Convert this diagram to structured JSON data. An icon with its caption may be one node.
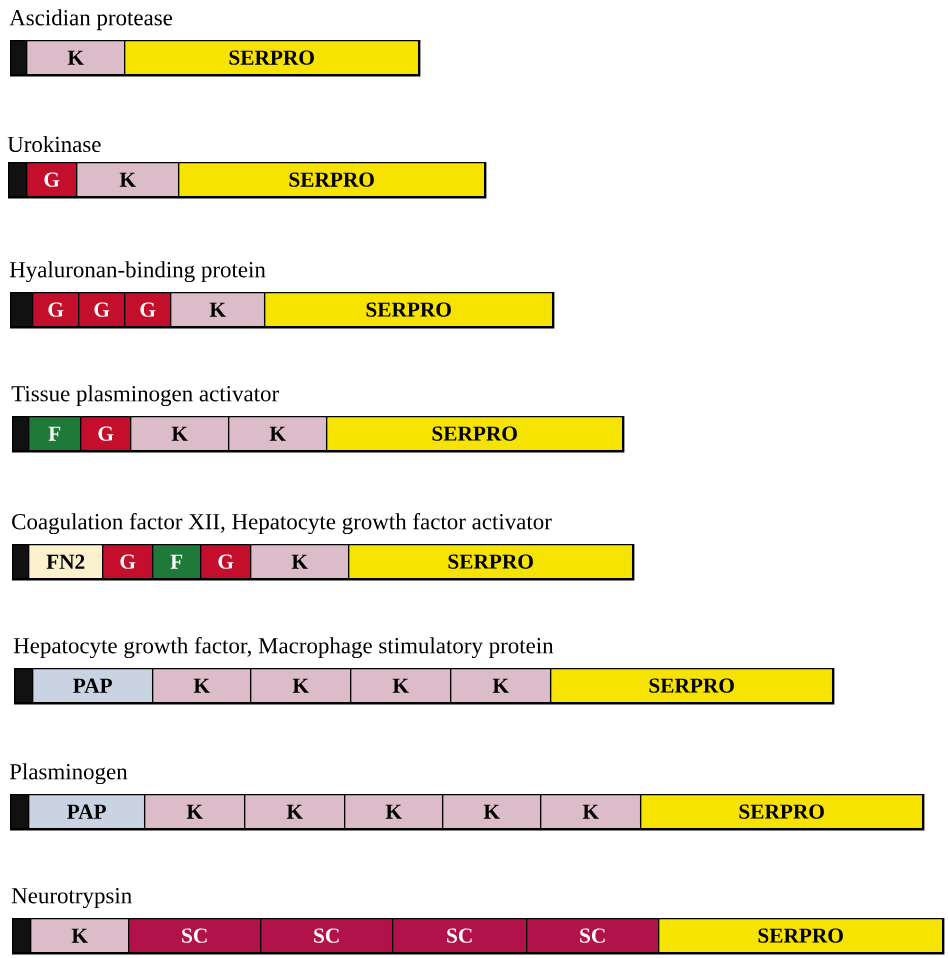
{
  "diagram": {
    "nodes": [
      {
        "text": [
          "Ascidian protease"
        ]
      },
      {
        "text": [],
        "shape": "box",
        "in": 0
      },
      {
        "text": [
          "K"
        ],
        "in": 0
      },
      {
        "text": [
          "SERPRO"
        ],
        "in": 0
      },
      {
        "text": [
          "Urokinase"
        ]
      },
      {
        "text": [],
        "shape": "box",
        "in": 4
      },
      {
        "text": [
          "G"
        ],
        "in": 4
      },
      {
        "text": [
          "K"
        ],
        "in": 4
      },
      {
        "text": [
          "SERPRO"
        ],
        "in": 4
      },
      {
        "text": [
          "Hyaluronan-binding protein"
        ]
      },
      {
        "text": [],
        "shape": "box",
        "in": 9
      },
      {
        "text": [
          "G"
        ],
        "in": 9
      },
      {
        "text": [
          "G"
        ],
        "in": 9
      },
      {
        "text": [
          "G"
        ],
        "in": 9
      },
      {
        "text": [
          "K"
        ],
        "in": 9
      },
      {
        "text": [
          "SERPRO"
        ],
        "in": 9
      },
      {
        "text": [
          "Tissue plasminogen activator"
        ]
      },
      {
        "text": [],
        "shape": "box",
        "in": 16
      },
      {
        "text": [
          "F"
        ],
        "in": 16
      },
      {
        "text": [
          "G"
        ],
        "in": 16
      },
      {
        "text": [
          "K"
        ],
        "in": 16
      },
      {
        "text": [
          "K"
        ],
        "in": 16
      },
      {
        "text": [
          "SERPRO"
        ],
        "in": 16
      },
      {
        "text": [
          "Coagulation factor XII, Hepatocyte growth factor activator"
        ]
      },
      {
        "text": [],
        "shape": "box",
        "in": 23
      },
      {
        "text": [
          "FN2"
        ],
        "in": 23
      },
      {
        "text": [
          "G"
        ],
        "in": 23
      },
      {
        "text": [
          "F"
        ],
        "in": 23
      },
      {
        "text": [
          "G"
        ],
        "in": 23
      },
      {
        "text": [
          "K"
        ],
        "in": 23
      },
      {
        "text": [
          "SERPRO"
        ],
        "in": 23
      },
      {
        "text": [
          "Hepatocyte growth factor, Macrophage stimulatory protein"
        ]
      },
      {
        "text": [],
        "shape": "box",
        "in": 31
      },
      {
        "text": [
          "PAP"
        ],
        "in": 31
      },
      {
        "text": [
          "K"
        ],
        "in": 31
      },
      {
        "text": [
          "K"
        ],
        "in": 31
      },
      {
        "text": [
          "K"
        ],
        "in": 31
      },
      {
        "text": [
          "K"
        ],
        "in": 31
      },
      {
        "text": [
          "SERPRO"
        ],
        "in": 31
      },
      {
        "text": [
          "Plasminogen"
        ]
      },
      {
        "text": [],
        "shape": "box",
        "in": 39
      },
      {
        "text": [
          "PAP"
        ],
        "in": 39
      },
      {
        "text": [
          "K"
        ],
        "in": 39
      },
      {
        "text": [
          "K"
        ],
        "in": 39
      },
      {
        "text": [
          "K"
        ],
        "in": 39
      },
      {
        "text": [
          "K"
        ],
        "in": 39
      },
      {
        "text": [
          "K"
        ],
        "in": 39
      },
      {
        "text": [
          "SERPRO"
        ],
        "in": 39
      },
      {
        "text": [
          "Neurotrypsin"
        ]
      },
      {
        "text": [],
        "shape": "box",
        "in": 48
      },
      {
        "text": [
          "K"
        ],
        "in": 48
      },
      {
        "text": [
          "SC"
        ],
        "in": 48
      },
      {
        "text": [
          "SC"
        ],
        "in": 48
      },
      {
        "text": [
          "SC"
        ],
        "in": 48
      },
      {
        "text": [
          "SC"
        ],
        "in": 48
      },
      {
        "text": [
          "SERPRO"
        ],
        "in": 48
      }
    ]
  }
}
